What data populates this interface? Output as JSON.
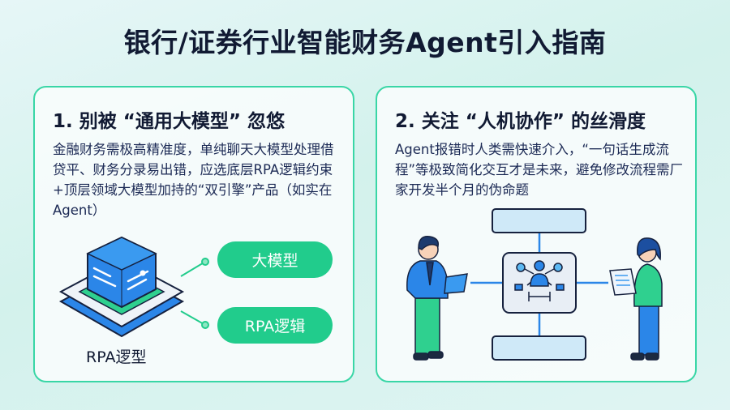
{
  "title": "银行/证券行业智能财务Agent引入指南",
  "cards": [
    {
      "heading": "1. 别被 “通用大模型” 忽悠",
      "body": "金融财务需极高精准度，单纯聊天大模型处理借贷平、财务分录易出错，应选底层RPA逻辑约束+顶层领域大模型加持的“双引擎”产品（如实在Agent）",
      "pills": [
        "大模型",
        "RPA逻辑"
      ],
      "cube_label": "RPA逻型"
    },
    {
      "heading": "2. 关注 “人机协作” 的丝滑度",
      "body": "Agent报错时人类需快速介入，“一句话生成流程”等极致简化交互才是未来，避免修改流程需厂家开发半个月的伪命题"
    }
  ],
  "colors": {
    "accent_green": "#21cc8c",
    "accent_blue": "#2b86e8",
    "border": "#39d6a6"
  }
}
